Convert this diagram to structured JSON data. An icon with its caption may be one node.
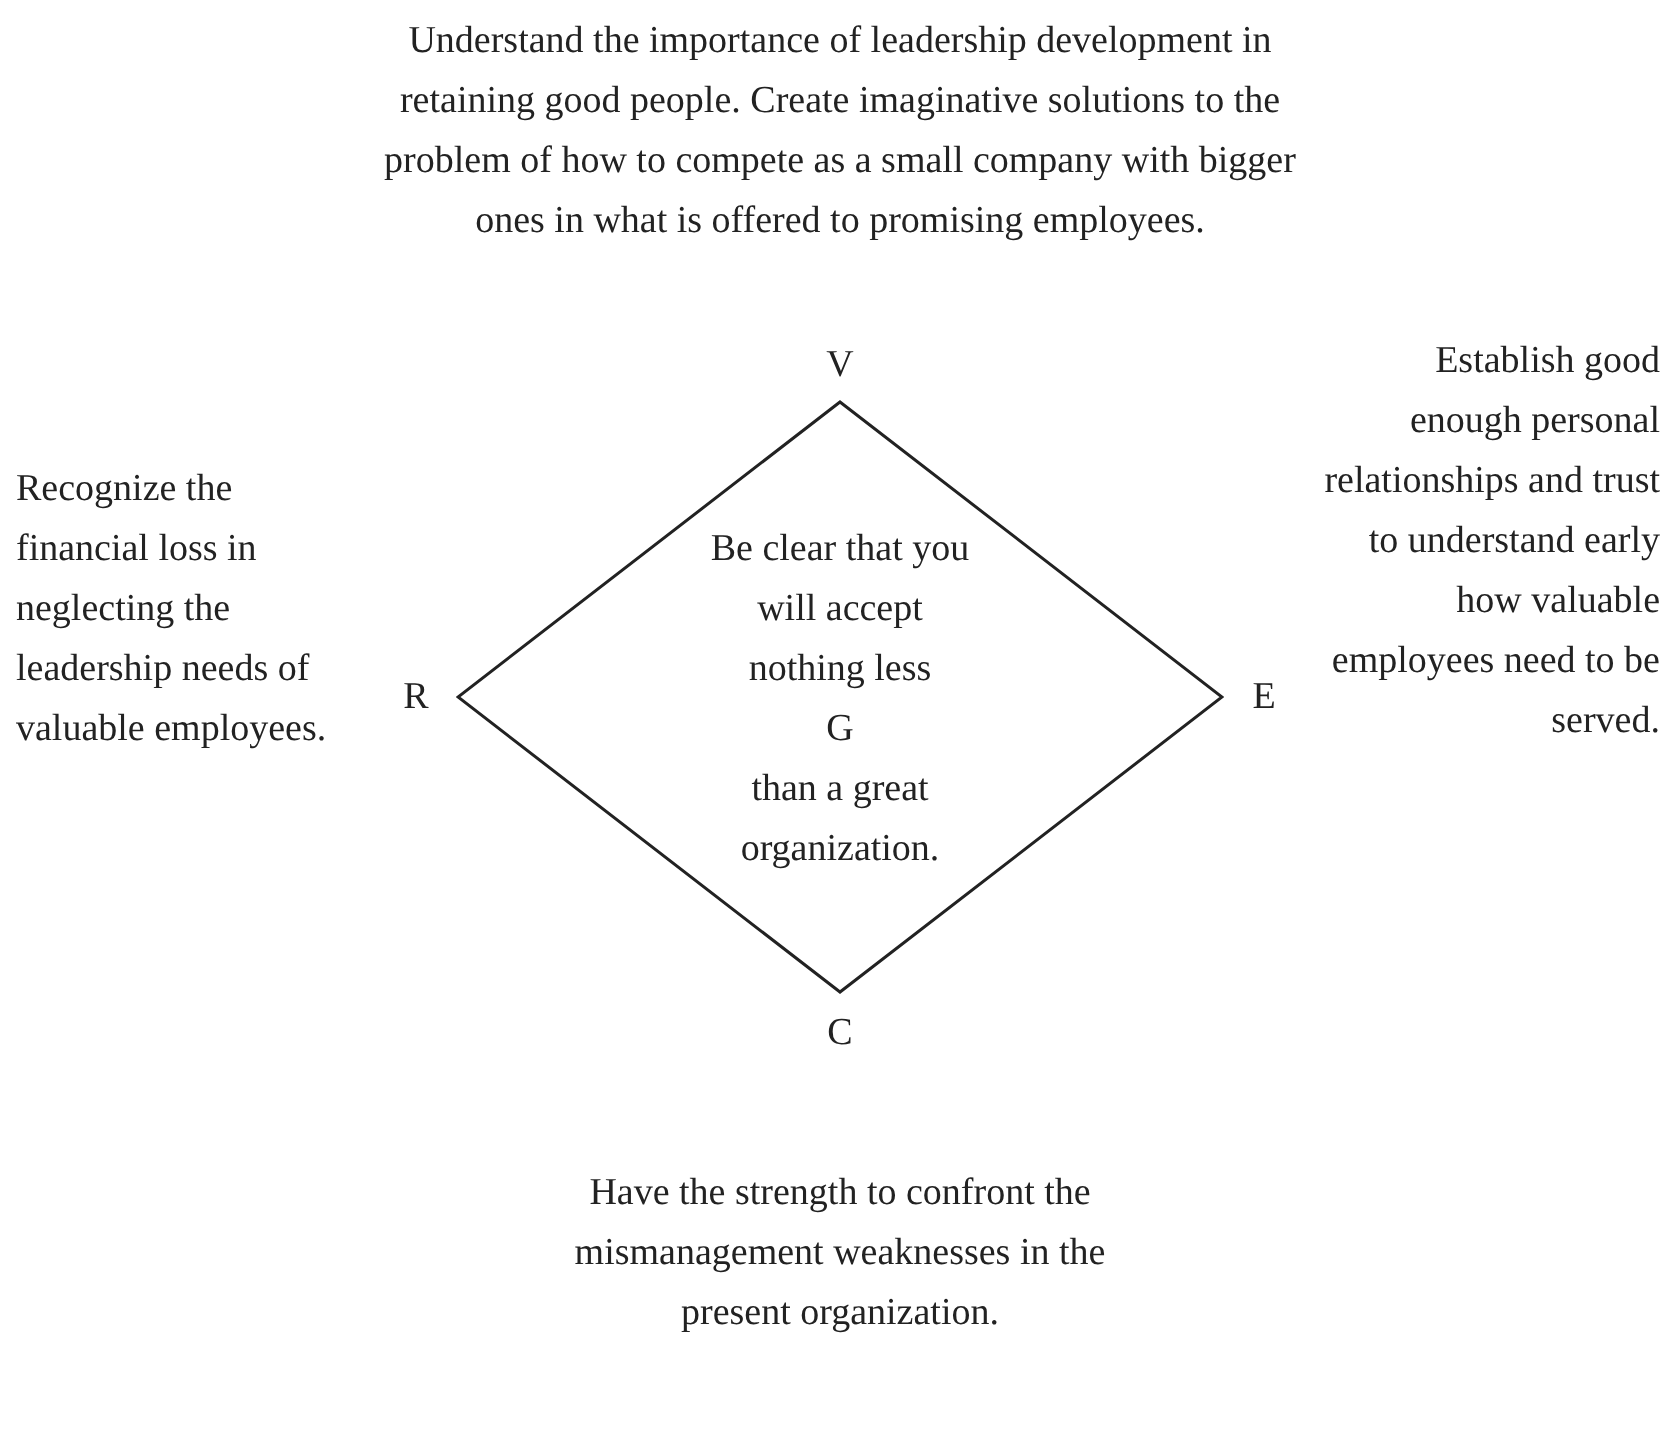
{
  "diagram": {
    "nodes": [
      {
        "text": [
          "Be clear that you will accept nothing less",
          "G",
          "than a great organization."
        ]
      }
    ],
    "edges": [],
    "labels": [
      "Understand the importance of leadership development in retaining good people. Create imaginative solutions to the problem of how to compete as a small company with bigger ones in what is offered to promising employees.",
      "V",
      "Establish good enough personal relationships and trust to understand early how valuable employees need to be served.",
      "Recognize the financial loss in neglecting the leadership needs of valuable employees.",
      "R",
      "E",
      "C",
      "Have the strength to confront the mismanagement weaknesses in the present organization."
    ]
  }
}
